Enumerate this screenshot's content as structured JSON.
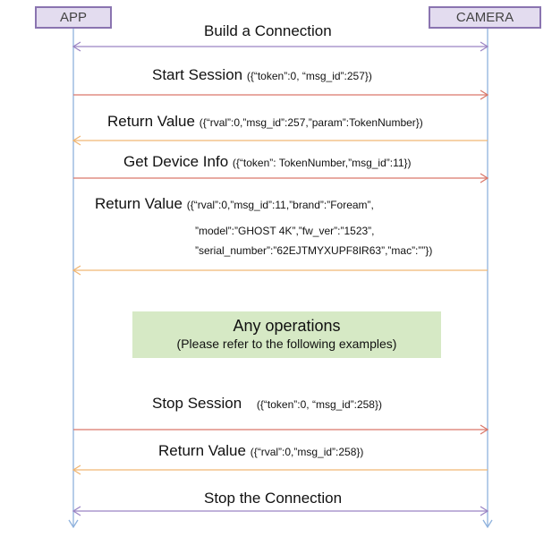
{
  "actors": {
    "left": "APP",
    "right": "CAMERA"
  },
  "colors": {
    "request": "#d9786b",
    "response": "#f0b673",
    "control": "#9b85c4",
    "lifeline": "#8fb2dd",
    "op_box": "#d6e9c5"
  },
  "messages": [
    {
      "id": "build",
      "title": "Build a Connection",
      "params": "",
      "direction": "both",
      "kind": "control"
    },
    {
      "id": "start",
      "title": "Start Session",
      "params": "({“token”:0, “msg_id”:257})",
      "direction": "to-camera",
      "kind": "request"
    },
    {
      "id": "ret1",
      "title": "Return Value",
      "params": "({“rval”:0,”msg_id”:257,”param”:TokenNumber})",
      "direction": "to-app",
      "kind": "response"
    },
    {
      "id": "getinfo",
      "title": "Get Device Info",
      "params": "({“token”: TokenNumber,”msg_id”:11})",
      "direction": "to-camera",
      "kind": "request"
    },
    {
      "id": "ret2",
      "title": "Return Value",
      "params": "({“rval”:0,”msg_id”:11,”brand”:”Foream”,",
      "params_line2": "”model”:”GHOST 4K”,”fw_ver”:”1523”,",
      "params_line3": "”serial_number”:”62EJTMYXUPF8IR63”,”mac”:””})",
      "direction": "to-app",
      "kind": "response"
    },
    {
      "id": "stop",
      "title": "Stop Session",
      "params": "({“token”:0, “msg_id”:258})",
      "direction": "to-camera",
      "kind": "request"
    },
    {
      "id": "ret3",
      "title": "Return Value",
      "params": "({“rval”:0,”msg_id”:258})",
      "direction": "to-app",
      "kind": "response"
    },
    {
      "id": "stopconn",
      "title": "Stop the Connection",
      "params": "",
      "direction": "both",
      "kind": "control"
    }
  ],
  "operations": {
    "title": "Any operations",
    "subtitle": "(Please refer to the following examples)"
  }
}
